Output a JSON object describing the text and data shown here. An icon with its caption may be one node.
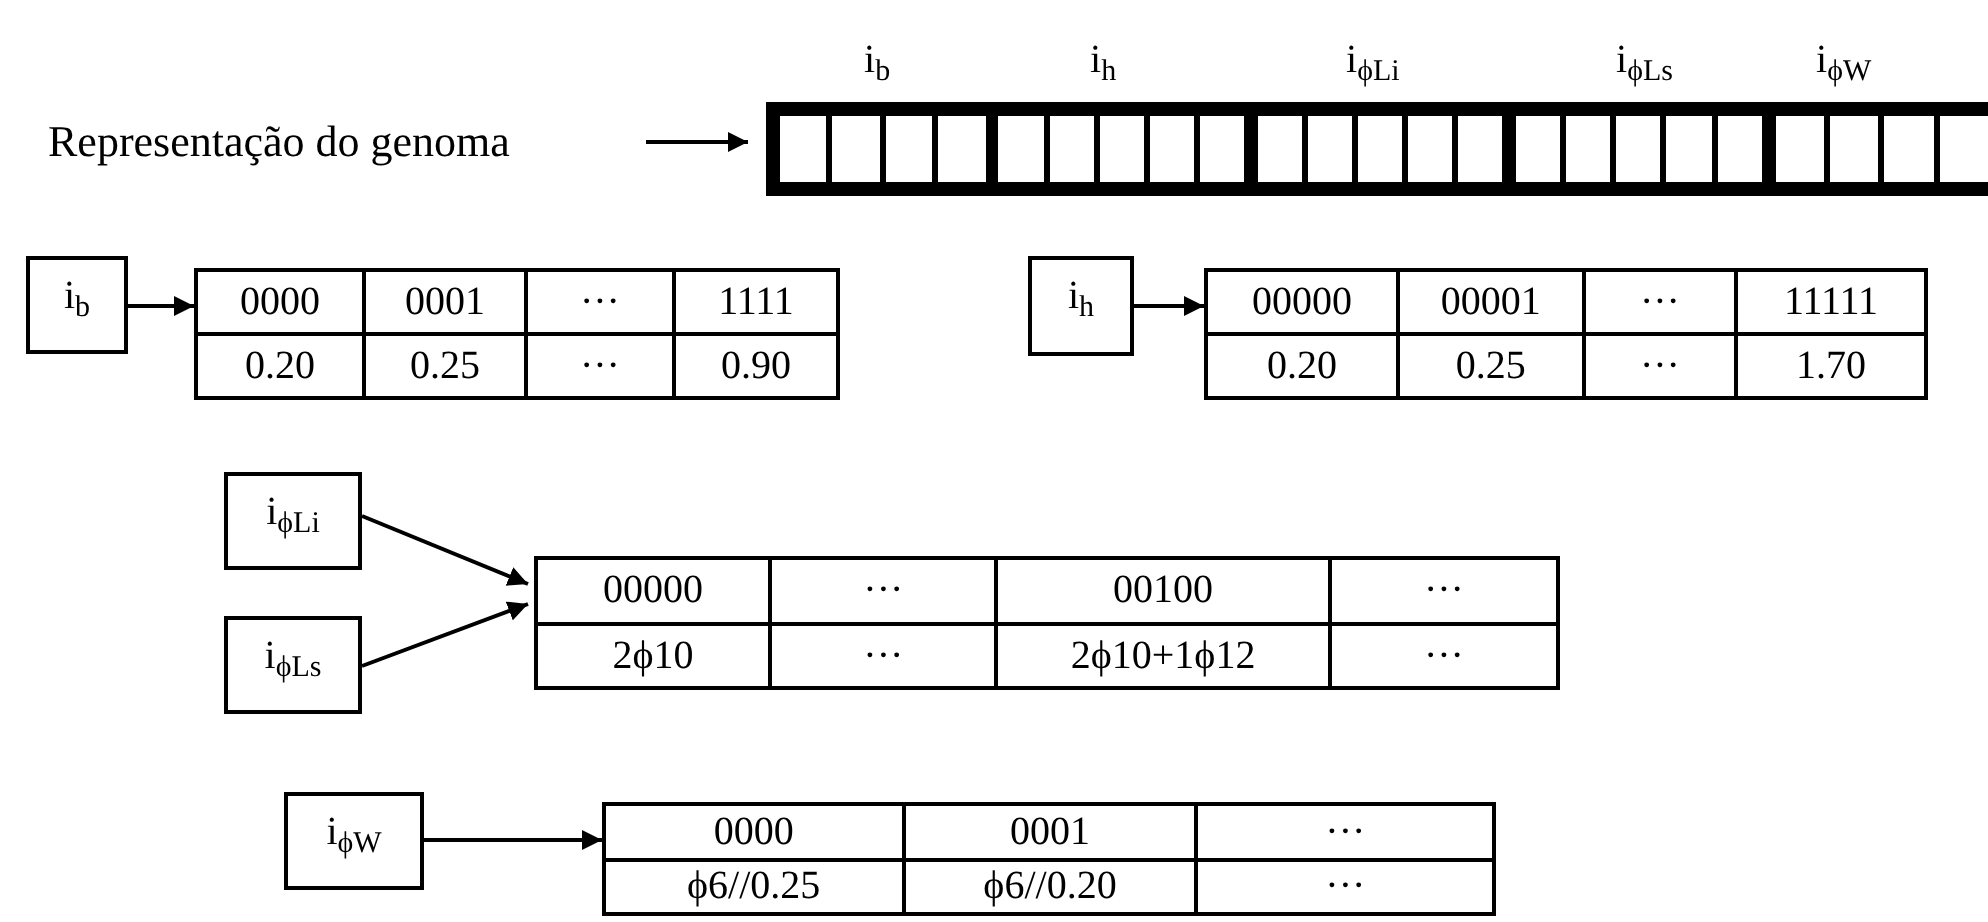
{
  "diagram": {
    "nodes": [
      {
        "text": [
          "Representação do genoma"
        ]
      },
      {
        "text": [],
        "shape": "bar",
        "beside": [
          "i$_{b}$",
          "i$_{h}$",
          "i$_{ϕLi}$",
          "i$_{ϕLs}$",
          "i$_{ϕW}$"
        ]
      },
      {
        "text": [
          "i$_{b}$"
        ]
      },
      {
        "text": [
          "0000",
          "0001",
          "···",
          "1111",
          "0.20",
          "0.25",
          "···",
          "0.90"
        ]
      },
      {
        "text": [
          "i$_{h}$"
        ]
      },
      {
        "text": [
          "00000",
          "00001",
          "···",
          "11111",
          "0.20",
          "0.25",
          "···",
          "1.70"
        ]
      },
      {
        "text": [
          "i$_{ϕLi}$"
        ]
      },
      {
        "text": [
          "i$_{ϕLs}$"
        ]
      },
      {
        "text": [
          "00000",
          "···",
          "00100",
          "···",
          "2ϕ10",
          "···",
          "2ϕ10+1ϕ12",
          "···"
        ]
      },
      {
        "text": [
          "i$_{ϕW}$"
        ]
      },
      {
        "text": [
          "0000",
          "0001",
          "···",
          "ϕ6//0.25",
          "ϕ6//0.20",
          "···"
        ]
      }
    ],
    "edges": [
      {
        "from": 0,
        "to": 1,
        "arrow": "to"
      },
      {
        "from": 2,
        "to": 3,
        "arrow": "to"
      },
      {
        "from": 4,
        "to": 5,
        "arrow": "to"
      },
      {
        "from": 6,
        "to": 8,
        "arrow": "to"
      },
      {
        "from": 7,
        "to": 8,
        "arrow": "to"
      },
      {
        "from": 9,
        "to": 10,
        "arrow": "to"
      }
    ]
  }
}
